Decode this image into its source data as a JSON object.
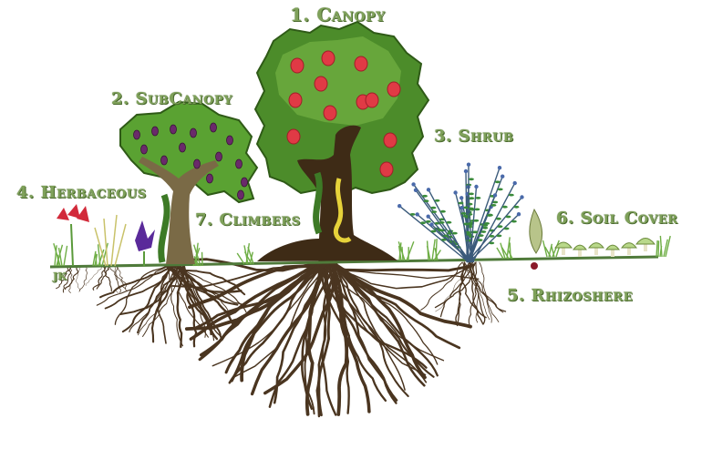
{
  "colors": {
    "label_text": "#7fa15a",
    "label_outline": "#4a6a2e",
    "ground_line": "#4f7a3a",
    "trunk": "#3e2b16",
    "root": "#4a3520",
    "leaf": "#4c8c2a",
    "leaf_light": "#86c24a",
    "canopy_fruit": "#e03a45",
    "subcanopy_fruit": "#6a2a6a",
    "climber_vine": "#e6d23a"
  },
  "layers": [
    {
      "id": "canopy",
      "label": "1. Canopy"
    },
    {
      "id": "subcanopy",
      "label": "2. SubCanopy"
    },
    {
      "id": "shrub",
      "label": "3. Shrub"
    },
    {
      "id": "herbaceous",
      "label": "4. Herbaceous"
    },
    {
      "id": "rhizosphere",
      "label": "5. Rhizoshere"
    },
    {
      "id": "soil_cover",
      "label": "6. Soil Cover"
    },
    {
      "id": "climbers",
      "label": "7. Climbers"
    }
  ],
  "signature": "JK"
}
